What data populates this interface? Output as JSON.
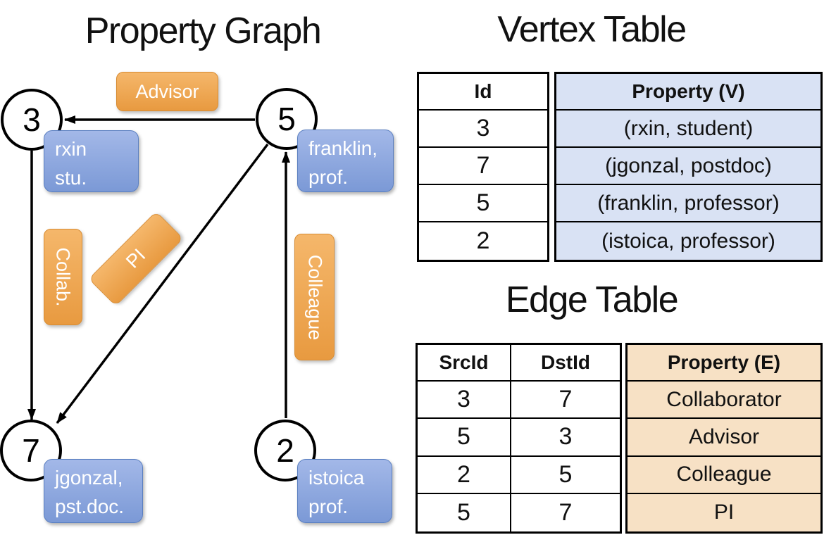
{
  "colors": {
    "edge-label-top": "#f5b76b",
    "edge-label-bottom": "#e89a40",
    "edge-label-border": "#d88c33",
    "vertex-label-top": "#a3b8e8",
    "vertex-label-bottom": "#7b99d6",
    "vertex-label-border": "#5a7fc0",
    "vertex-cell-fill": "#d9e2f4",
    "edge-cell-fill": "#f7e1c5",
    "line-color": "#000000"
  },
  "graph": {
    "title": "Property Graph",
    "nodes": [
      {
        "id": "3",
        "lines": [
          "rxin",
          "stu."
        ]
      },
      {
        "id": "5",
        "lines": [
          "franklin,",
          "prof."
        ]
      },
      {
        "id": "7",
        "lines": [
          "jgonzal,",
          "pst.doc."
        ]
      },
      {
        "id": "2",
        "lines": [
          "istoica",
          "prof."
        ]
      }
    ],
    "edges": [
      {
        "label": "Advisor",
        "from": "5",
        "to": "3"
      },
      {
        "label": "Collab.",
        "from": "3",
        "to": "7"
      },
      {
        "label": "PI",
        "from": "5",
        "to": "7"
      },
      {
        "label": "Colleague",
        "from": "2",
        "to": "5"
      }
    ]
  },
  "vertex_table": {
    "title": "Vertex Table",
    "columns": [
      "Id",
      "Property (V)"
    ],
    "rows": [
      [
        "3",
        "(rxin, student)"
      ],
      [
        "7",
        "(jgonzal, postdoc)"
      ],
      [
        "5",
        "(franklin, professor)"
      ],
      [
        "2",
        "(istoica, professor)"
      ]
    ]
  },
  "edge_table": {
    "title": "Edge Table",
    "columns": [
      "SrcId",
      "DstId",
      "Property (E)"
    ],
    "rows": [
      [
        "3",
        "7",
        "Collaborator"
      ],
      [
        "5",
        "3",
        "Advisor"
      ],
      [
        "2",
        "5",
        "Colleague"
      ],
      [
        "5",
        "7",
        "PI"
      ]
    ]
  }
}
